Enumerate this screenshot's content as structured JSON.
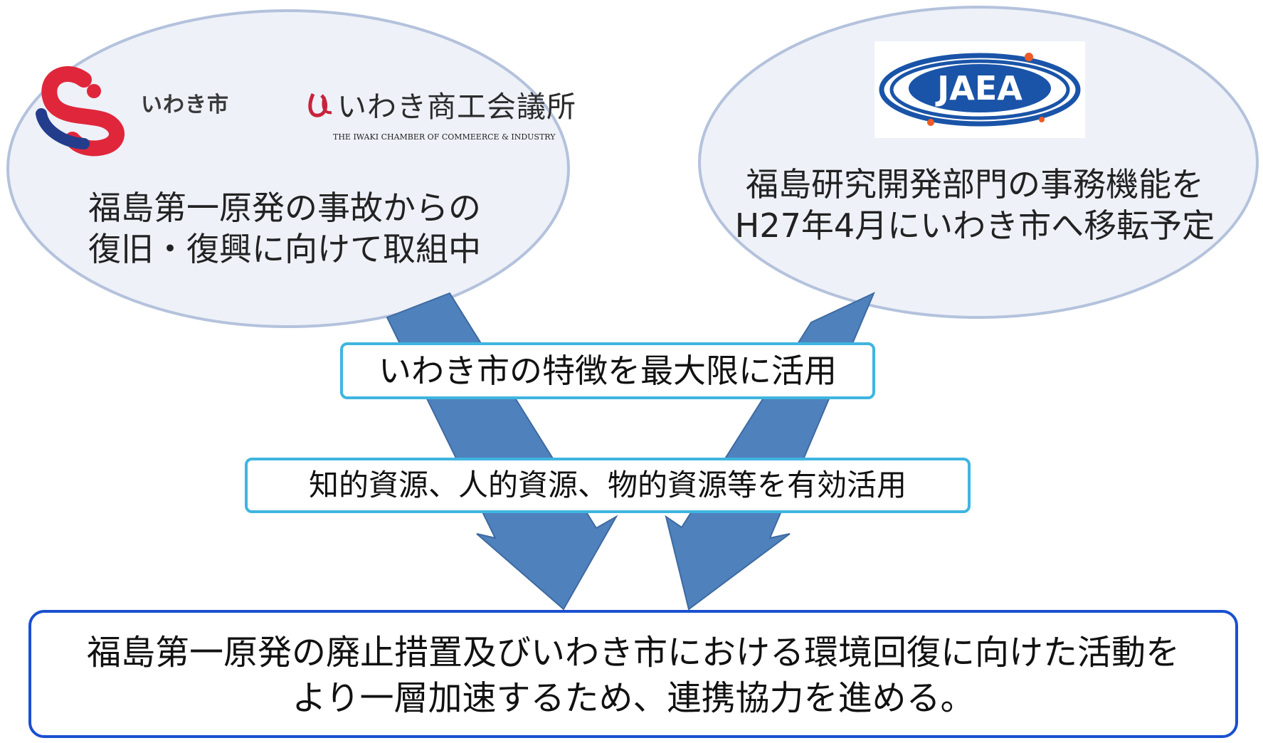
{
  "left_party": {
    "city_logo_text": "いわき市",
    "chamber_logo_text": "いわき商工会議所",
    "chamber_logo_subtitle": "THE IWAKI CHAMBER OF COMMEERCE & INDUSTRY",
    "description_line1": "福島第一原発の事故からの",
    "description_line2": "復旧・復興に向けて取組中"
  },
  "right_party": {
    "logo_text": "JAEA",
    "description_line1": "福島研究開発部門の事務機能を",
    "description_line2": "H27年4月にいわき市へ移転予定"
  },
  "middle": {
    "box1": "いわき市の特徴を最大限に活用",
    "box2": "知的資源、人的資源、物的資源等を有効活用"
  },
  "result": {
    "line1": "福島第一原発の廃止措置及びいわき市における環境回復に向けた活動を",
    "line2": "より一層加速するため、連携協力を進める。"
  },
  "colors": {
    "ellipse_fill": "#eef1f8",
    "ellipse_stroke": "#b4c2dc",
    "arrow_fill": "#4f81bd",
    "arrow_stroke": "#3e6aa0",
    "middle_box_border": "#3fb5e0",
    "result_box_border": "#1a4fd0",
    "jaea_blue": "#1a54a8",
    "jaea_orange": "#f05a24",
    "city_logo_red": "#e0263b",
    "city_logo_blue": "#233d8c"
  }
}
